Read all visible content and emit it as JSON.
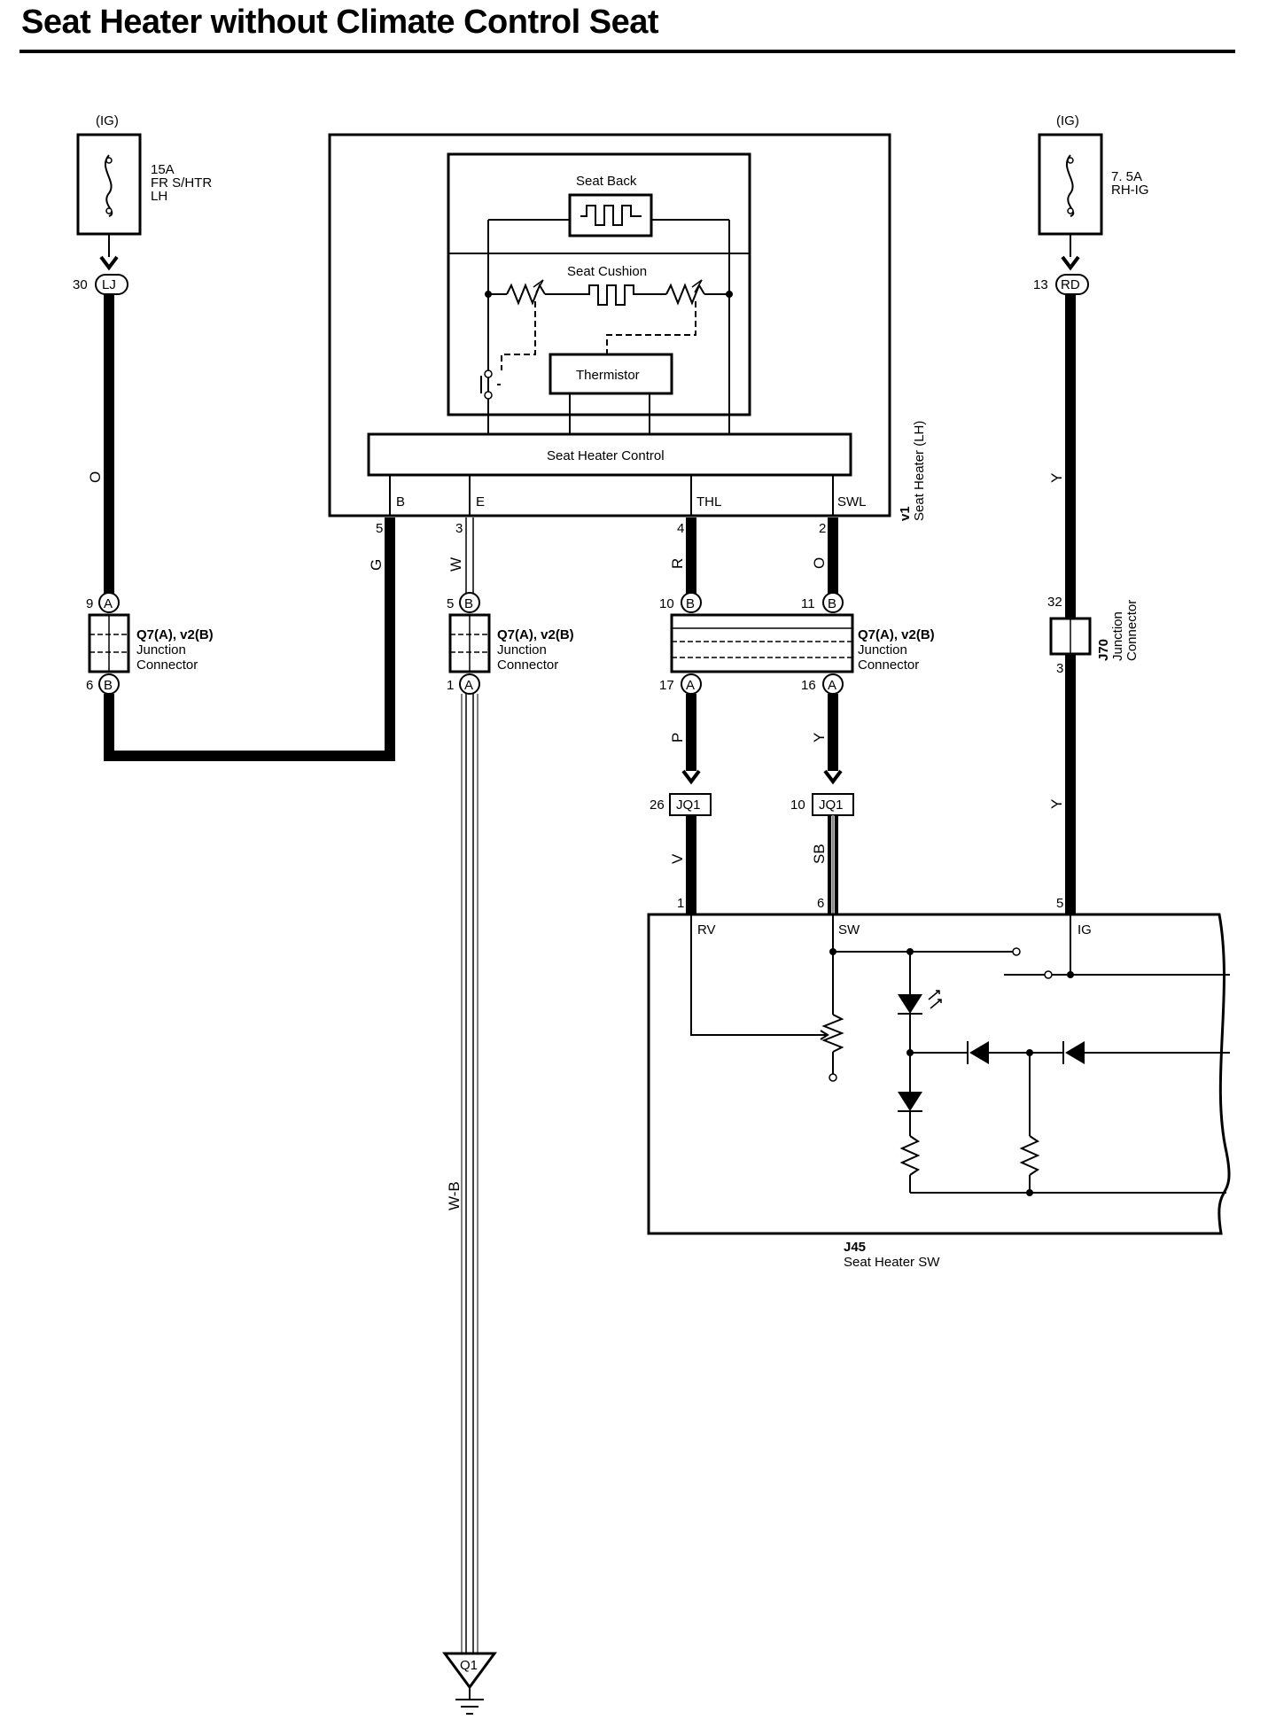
{
  "title": "Seat Heater without Climate Control Seat",
  "fuses": [
    {
      "power": "(IG)",
      "rating": "15A",
      "name_line1": "FR S/HTR",
      "name_line2": "LH",
      "pin": "30",
      "connector": "LJ"
    },
    {
      "power": "(IG)",
      "rating": "7. 5A",
      "name_line1": "RH-IG",
      "pin": "13",
      "connector": "RD"
    }
  ],
  "seat_heater": {
    "code": "v1",
    "name": "Seat Heater (LH)",
    "seat_back": "Seat Back",
    "seat_cushion": "Seat Cushion",
    "thermistor": "Thermistor",
    "control": "Seat Heater Control",
    "terminals": [
      {
        "name": "B",
        "pin": "5",
        "wire": "G"
      },
      {
        "name": "E",
        "pin": "3",
        "wire": "W"
      },
      {
        "name": "THL",
        "pin": "4",
        "wire": "R"
      },
      {
        "name": "SWL",
        "pin": "2",
        "wire": "O"
      }
    ]
  },
  "wire_colors": {
    "fuse1": "O",
    "fuse2_upper": "Y",
    "fuse2_lower": "Y",
    "ground": "W-B",
    "thl_lower": "P",
    "swl_lower": "Y",
    "rv": "V",
    "sw": "SB"
  },
  "junctions": [
    {
      "label": "Q7(A), v2(B)",
      "desc1": "Junction",
      "desc2": "Connector",
      "top_pin": "9",
      "top_conn": "A",
      "bottom_pin": "6",
      "bottom_conn": "B"
    },
    {
      "label": "Q7(A), v2(B)",
      "desc1": "Junction",
      "desc2": "Connector",
      "top_pin": "5",
      "top_conn": "B",
      "bottom_pin": "1",
      "bottom_conn": "A"
    },
    {
      "label": "Q7(A), v2(B)",
      "desc1": "Junction",
      "desc2": "Connector",
      "top_pins": [
        "10",
        "11"
      ],
      "top_conn": "B",
      "bottom_pins": [
        "17",
        "16"
      ],
      "bottom_conn": "A"
    }
  ],
  "j70": {
    "code": "J70",
    "desc1": "Junction",
    "desc2": "Connector",
    "top_pin": "32",
    "bottom_pin": "3"
  },
  "jq1": [
    {
      "pin": "26",
      "name": "JQ1"
    },
    {
      "pin": "10",
      "name": "JQ1"
    }
  ],
  "switch": {
    "code": "J45",
    "name": "Seat Heater SW",
    "terminals": [
      {
        "name": "RV",
        "pin": "1"
      },
      {
        "name": "SW",
        "pin": "6"
      },
      {
        "name": "IG",
        "pin": "5"
      }
    ]
  },
  "ground": {
    "name": "Q1"
  }
}
